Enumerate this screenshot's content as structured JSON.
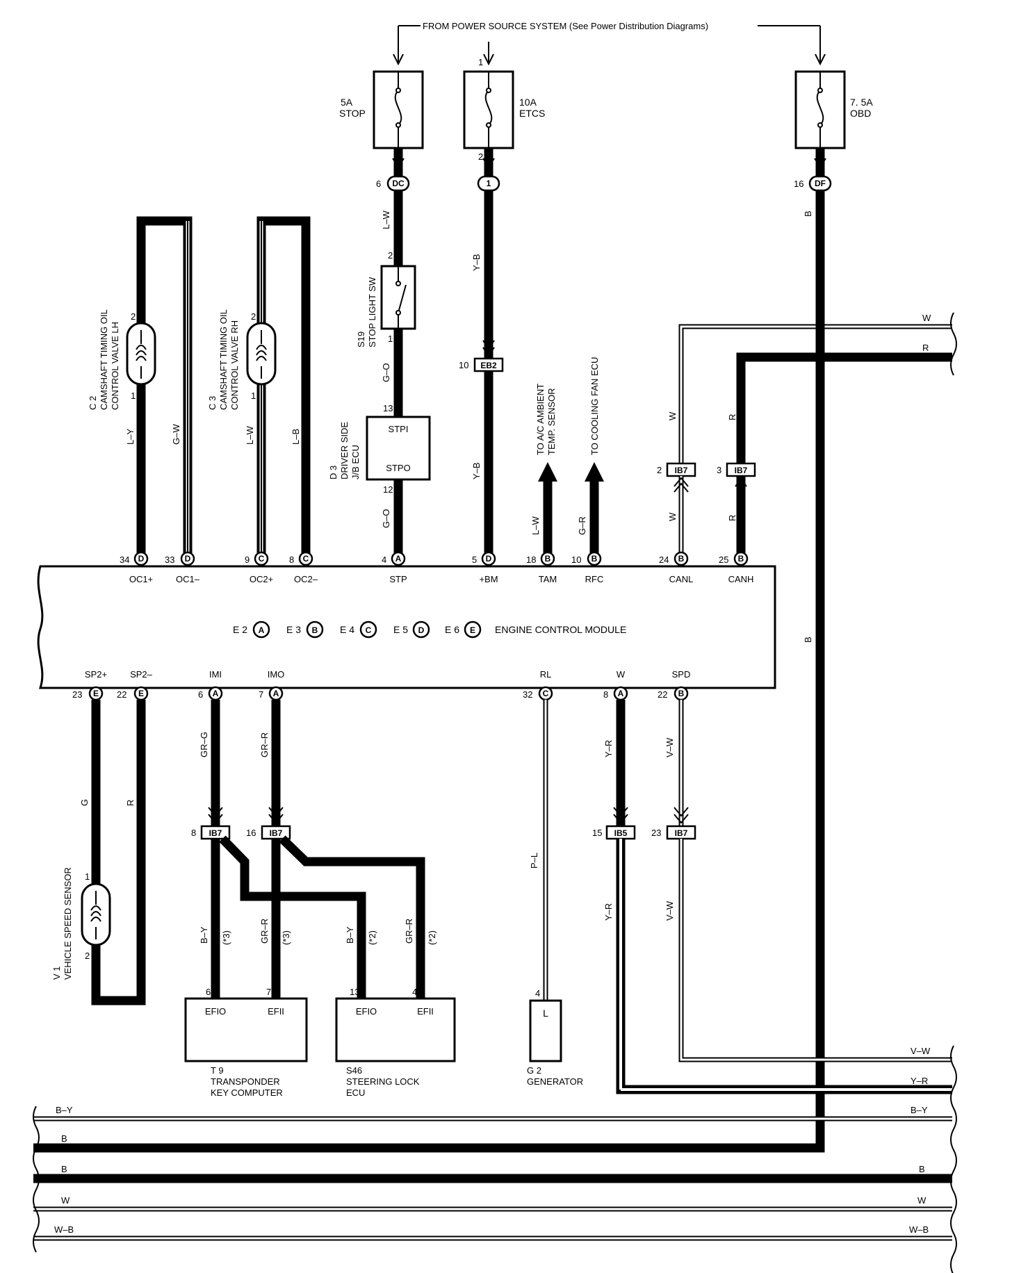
{
  "power_header": "FROM POWER SOURCE SYSTEM (See Power Distribution Diagrams)",
  "fuses": [
    {
      "amp": "5A",
      "name": "STOP"
    },
    {
      "amp": "10A",
      "name": "ETCS"
    },
    {
      "amp": "7. 5A",
      "name": "OBD"
    }
  ],
  "junctions": {
    "dc": {
      "num": "6",
      "code": "DC"
    },
    "one": {
      "num": "",
      "code": "1"
    },
    "df": {
      "num": "16",
      "code": "DF"
    },
    "eb2": {
      "num": "10",
      "code": "EB2"
    }
  },
  "pin_numbers": {
    "fuse2_top": "1",
    "fuse2_bot": "2",
    "sw_top": "2",
    "sw_bot": "1",
    "ecu_top": "13",
    "ecu_bot": "12",
    "c2_top": "2",
    "c2_bot": "1",
    "c3_top": "2",
    "c3_bot": "1",
    "v1_top": "1",
    "v1_bot": "2"
  },
  "components": {
    "c2": [
      "C 2",
      "CAMSHAFT TIMING OIL",
      "CONTROL VALVE LH"
    ],
    "c3": [
      "C 3",
      "CAMSHAFT TIMING OIL",
      "CONTROL VALVE RH"
    ],
    "s19": [
      "S19",
      "STOP LIGHT SW"
    ],
    "d3": [
      "D 3",
      "DRIVER SIDE",
      "J/B ECU"
    ],
    "d3_pins": [
      "STPI",
      "STPO"
    ],
    "v1": [
      "V 1",
      "VEHICLE SPEED SENSOR"
    ],
    "t9": [
      "T 9",
      "TRANSPONDER",
      "KEY COMPUTER"
    ],
    "s46": [
      "S46",
      "STEERING LOCK",
      "ECU"
    ],
    "g2": [
      "G 2",
      "GENERATOR"
    ],
    "g2_pin": "L",
    "t9_pins": [
      "EFIO",
      "EFII"
    ],
    "s46_pins": [
      "EFIO",
      "EFII"
    ],
    "to_ac": [
      "TO A/C AMBIENT",
      "TEMP. SENSOR"
    ],
    "to_fan": "TO COOLING FAN ECU"
  },
  "ecm": {
    "title": "ENGINE CONTROL MODULE",
    "connectors": [
      {
        "label": "E 2",
        "code": "A"
      },
      {
        "label": "E 3",
        "code": "B"
      },
      {
        "label": "E 4",
        "code": "C"
      },
      {
        "label": "E 5",
        "code": "D"
      },
      {
        "label": "E 6",
        "code": "E"
      }
    ],
    "top_pins": [
      {
        "num": "34",
        "code": "D",
        "name": "OC1+"
      },
      {
        "num": "33",
        "code": "D",
        "name": "OC1–"
      },
      {
        "num": "9",
        "code": "C",
        "name": "OC2+"
      },
      {
        "num": "8",
        "code": "C",
        "name": "OC2–"
      },
      {
        "num": "4",
        "code": "A",
        "name": "STP"
      },
      {
        "num": "5",
        "code": "D",
        "name": "+BM"
      },
      {
        "num": "18",
        "code": "B",
        "name": "TAM"
      },
      {
        "num": "10",
        "code": "B",
        "name": "RFC"
      },
      {
        "num": "24",
        "code": "B",
        "name": "CANL"
      },
      {
        "num": "25",
        "code": "B",
        "name": "CANH"
      }
    ],
    "bottom_pins": [
      {
        "num": "23",
        "code": "E",
        "name": "SP2+"
      },
      {
        "num": "22",
        "code": "E",
        "name": "SP2–"
      },
      {
        "num": "6",
        "code": "A",
        "name": "IMI"
      },
      {
        "num": "7",
        "code": "A",
        "name": "IMO"
      },
      {
        "num": "32",
        "code": "C",
        "name": "RL"
      },
      {
        "num": "8",
        "code": "A",
        "name": "W"
      },
      {
        "num": "22",
        "code": "B",
        "name": "SPD"
      }
    ]
  },
  "ib_junctions": [
    {
      "num": "2",
      "code": "IB7"
    },
    {
      "num": "3",
      "code": "IB7"
    },
    {
      "num": "8",
      "code": "IB7"
    },
    {
      "num": "16",
      "code": "IB7"
    },
    {
      "num": "15",
      "code": "IB5"
    },
    {
      "num": "23",
      "code": "IB7"
    }
  ],
  "pin_nums_bottom": {
    "t9_a": "6",
    "t9_b": "7",
    "s46_a": "13",
    "s46_b": "4",
    "g2": "4"
  },
  "wire_colors": {
    "lw": "L–W",
    "go": "G–O",
    "yb": "Y–B",
    "b": "B",
    "w": "W",
    "r": "R",
    "ly": "L–Y",
    "gw": "G–W",
    "lb": "L–B",
    "gr": "G–R",
    "g": "G",
    "grg": "GR–G",
    "grr": "GR–R",
    "pl": "P–L",
    "yr": "Y–R",
    "vw": "V–W",
    "by": "B–Y",
    "wb": "W–B",
    "note3": "(*3)",
    "note2": "(*2)"
  }
}
